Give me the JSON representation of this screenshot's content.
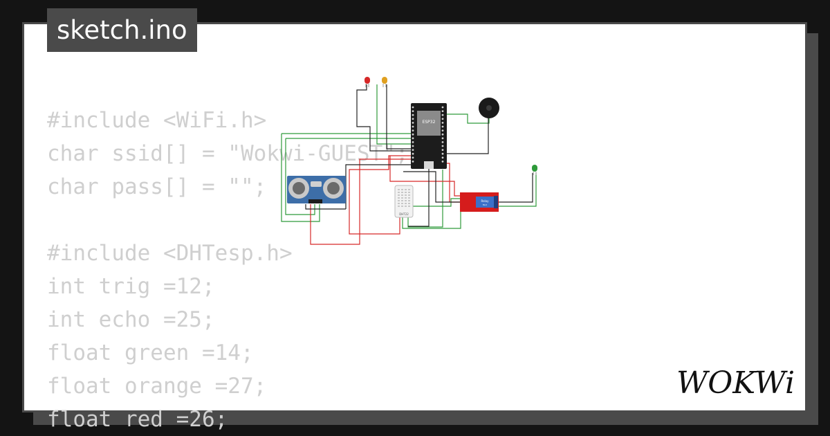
{
  "title": "sketch.ino",
  "code_lines": [
    "#include <WiFi.h>",
    "char ssid[] = \"Wokwi-GUEST\";",
    "char pass[] = \"\";",
    "",
    "#include <DHTesp.h>",
    "int trig =12;",
    "int echo =25;",
    "float green =14;",
    "float orange =27;",
    "float red =26;"
  ],
  "diagram": {
    "esp32_label": "ESP32",
    "dht_label": "DHT22",
    "relay_label": "Relay",
    "relay_sublabel": "Mod",
    "hcsr04_label": "HC-SR04"
  },
  "colors": {
    "background": "#141414",
    "frame": "#4a4a4a",
    "code_text": "#cfcfcf",
    "wire_green": "#2e9a3a",
    "wire_red": "#d62828",
    "wire_black": "#222222"
  },
  "brand": "WOKWI"
}
